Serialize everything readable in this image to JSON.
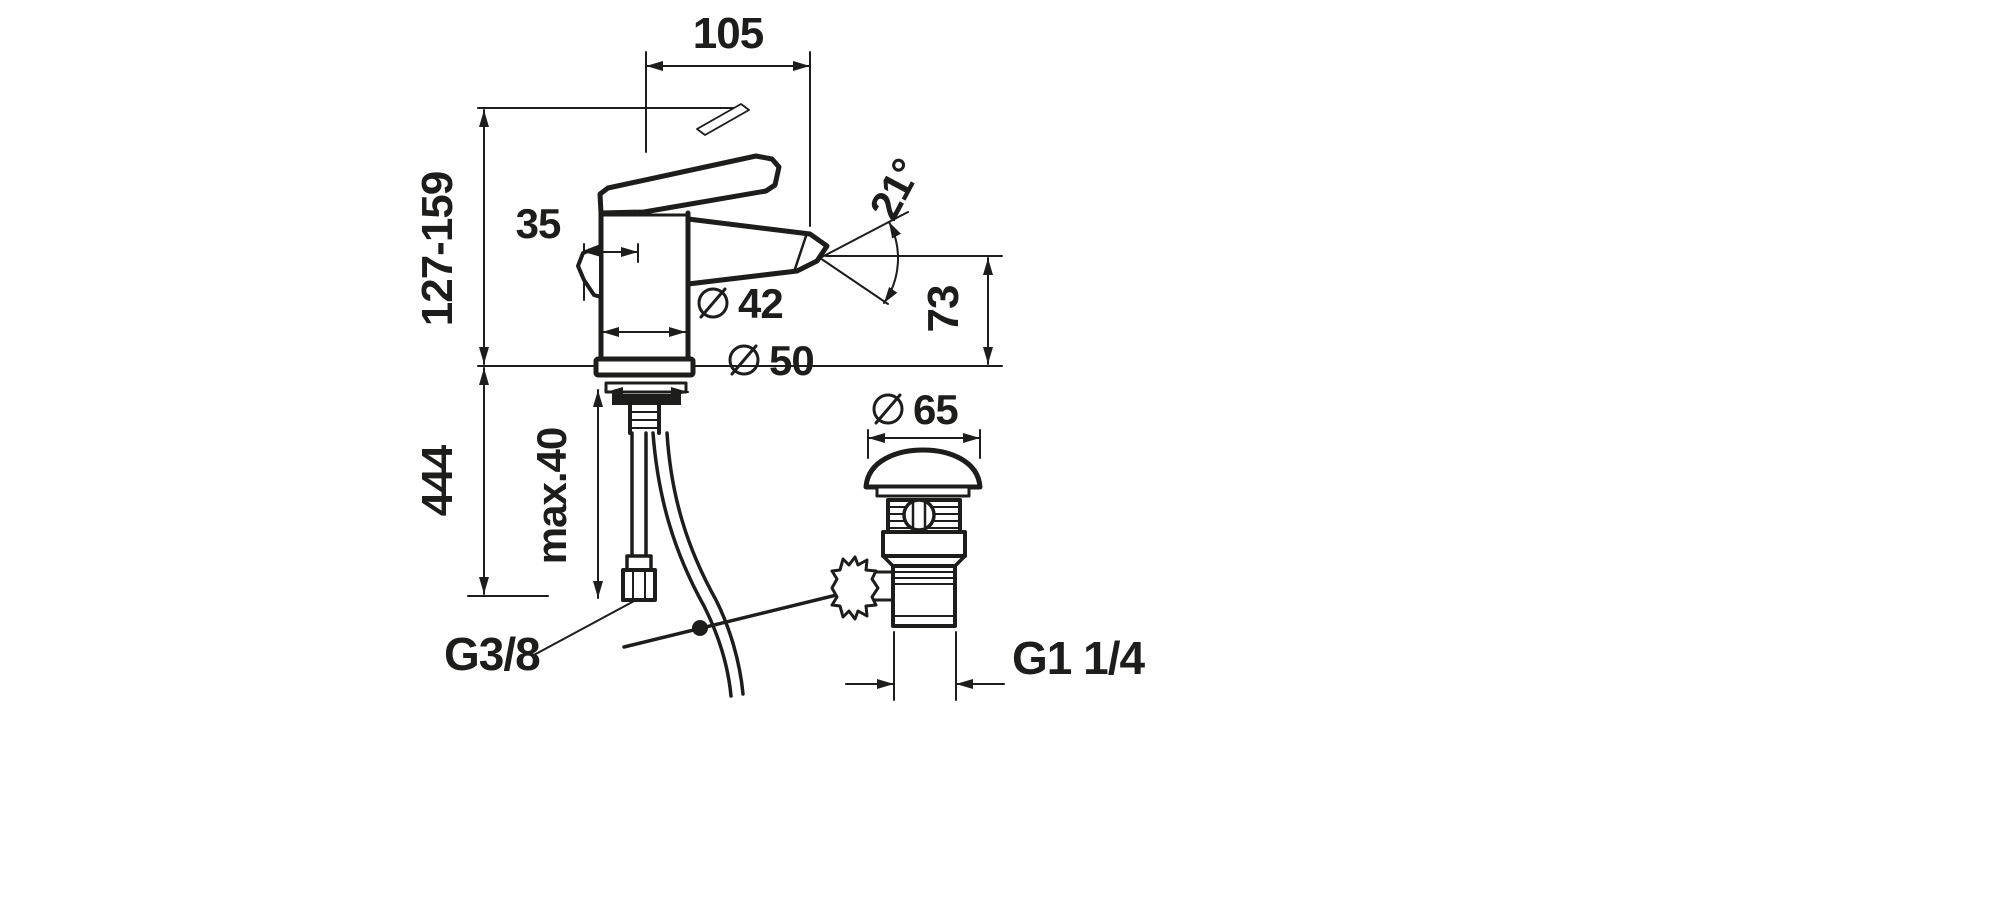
{
  "drawing": {
    "type": "technical-dimension-drawing",
    "subject": "single-lever basin mixer with pop-up waste",
    "background": "#ffffff",
    "line_color": "#1d1d1b"
  },
  "dimensions": {
    "spout_reach": "105",
    "height_to_lever_top": "127-159",
    "lever_projection": "35",
    "body_diameter": "42",
    "base_diameter": "50",
    "spout_angle": "21°",
    "outlet_height": "73",
    "hose_length": "444",
    "max_deck_thickness": "max.40",
    "waste_cap_diameter": "65",
    "supply_connection_thread": "G3/8",
    "waste_connection_thread": "G1 1/4"
  }
}
